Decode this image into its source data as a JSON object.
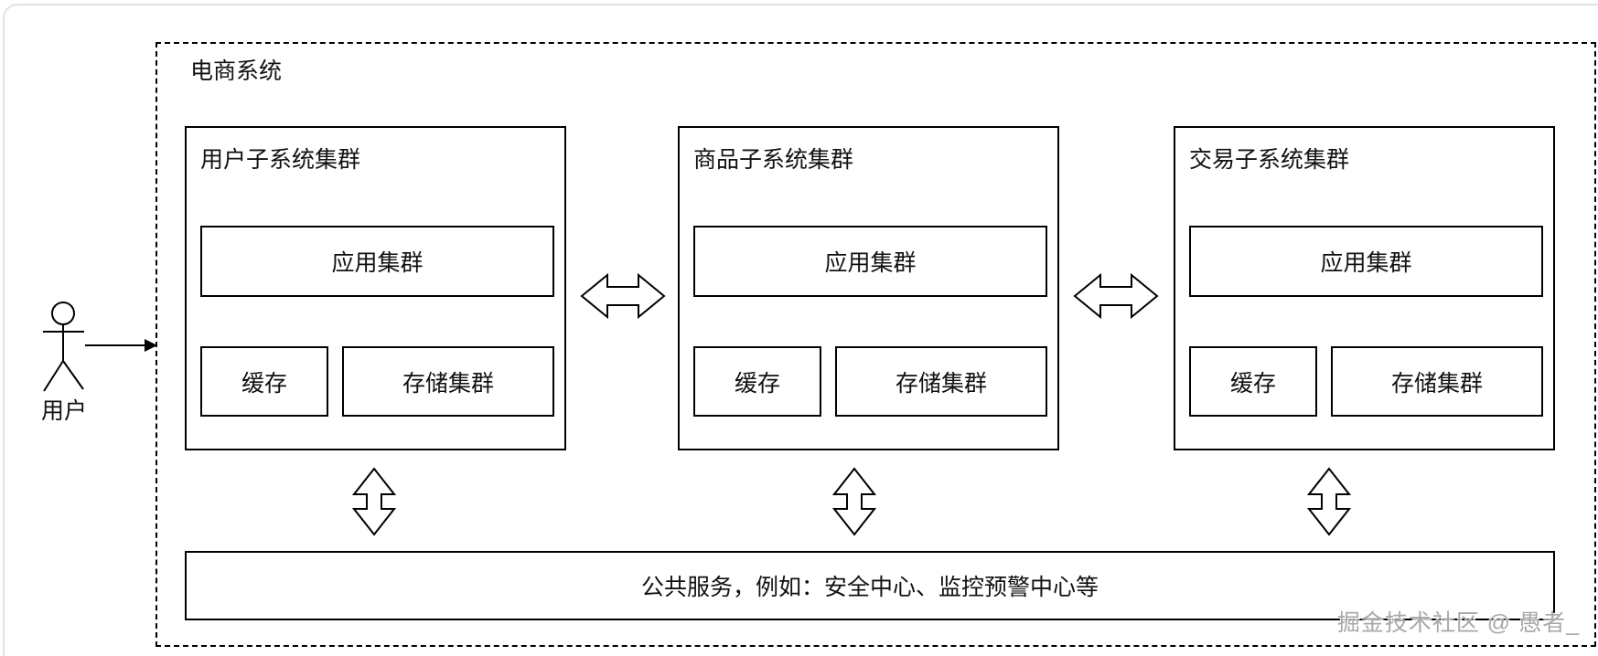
{
  "system": {
    "label": "电商系统",
    "subsystems": [
      {
        "title": "用户子系统集群",
        "app": "应用集群",
        "cache": "缓存",
        "storage": "存储集群"
      },
      {
        "title": "商品子系统集群",
        "app": "应用集群",
        "cache": "缓存",
        "storage": "存储集群"
      },
      {
        "title": "交易子系统集群",
        "app": "应用集群",
        "cache": "缓存",
        "storage": "存储集群"
      }
    ],
    "common_services_label": "公共服务，例如：安全中心、监控预警中心等"
  },
  "actor": {
    "label": "用户"
  },
  "watermark": {
    "text": "掘金技术社区 @ 愚者_"
  },
  "icons": {
    "actor": "stick-figure-icon",
    "horizontal_link": "double-headed-arrow-horizontal",
    "vertical_link": "double-headed-arrow-vertical",
    "user_arrow": "right-arrow"
  },
  "colors": {
    "line": "#000000",
    "background": "#ffffff",
    "frame_border": "#e2e2e2",
    "watermark": "#a8a8a8"
  }
}
